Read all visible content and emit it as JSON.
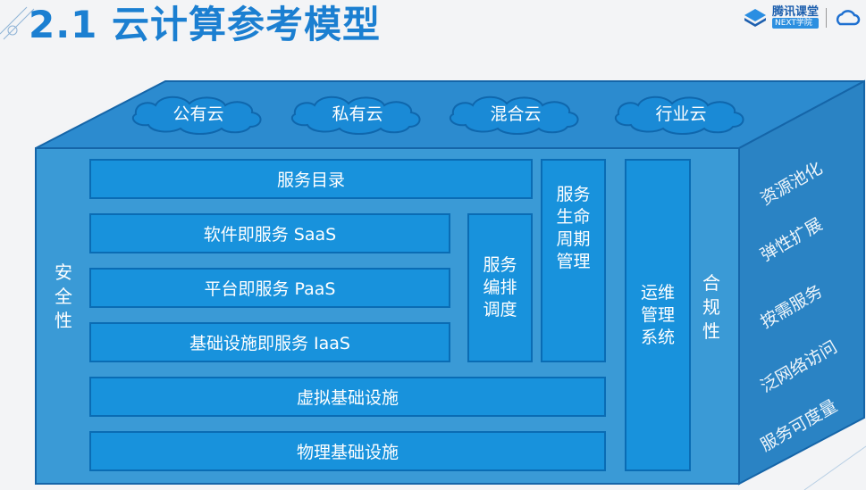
{
  "header": {
    "title": "2.1 云计算参考模型"
  },
  "brand": {
    "name": "腾讯课堂",
    "sub": "NEXT学院"
  },
  "clouds": [
    "公有云",
    "私有云",
    "混合云",
    "行业云"
  ],
  "layers": {
    "catalog": "服务目录",
    "saas": "软件即服务 SaaS",
    "paas": "平台即服务 PaaS",
    "iaas": "基础设施即服务 IaaS",
    "virtual": "虚拟基础设施",
    "physical": "物理基础设施"
  },
  "columns": {
    "orchestration": [
      "服务",
      "编排",
      "调度"
    ],
    "lifecycle": [
      "服务",
      "生命",
      "周期",
      "管理"
    ],
    "ops": [
      "运维",
      "管理",
      "系统"
    ]
  },
  "left_label": [
    "安",
    "全",
    "性"
  ],
  "right_label": [
    "合",
    "规",
    "性"
  ],
  "characteristics": [
    "资源池化",
    "弹性扩展",
    "按需服务",
    "泛网络访问",
    "服务可度量"
  ],
  "colors": {
    "accent": "#1b7fd1",
    "box": "#1892dc",
    "box_border": "#0a6cb4",
    "cube_front": "#3a9ad6",
    "cube_top": "#2c8bcf",
    "cube_side": "#2a83c4"
  }
}
